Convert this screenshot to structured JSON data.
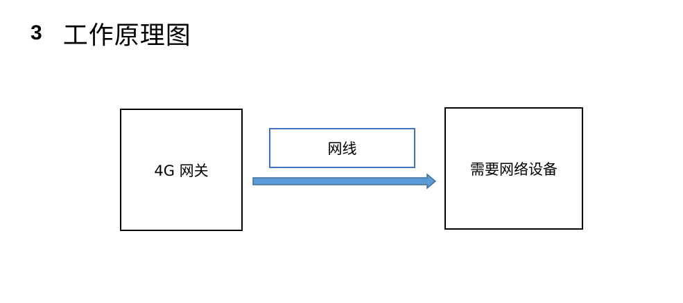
{
  "heading": {
    "number": "3",
    "title": "工作原理图"
  },
  "diagram": {
    "source_node": "4G 网关",
    "connection_label": "网线",
    "target_node": "需要网络设备",
    "arrow_fill": "#5b9bd5",
    "arrow_stroke": "#41719c",
    "label_border": "#4472c4"
  }
}
